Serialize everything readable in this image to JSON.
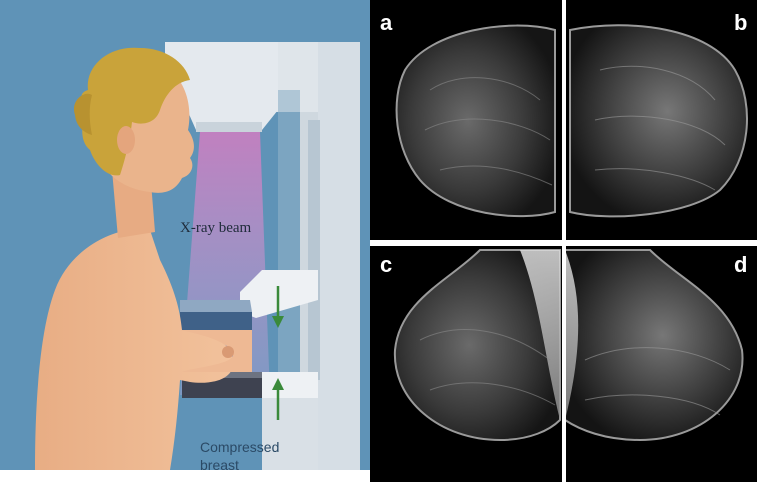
{
  "figure": {
    "illustration": {
      "beam_label": "X-ray beam",
      "compressed_label_line1": "Compressed",
      "compressed_label_line2": "breast"
    },
    "mammograms": {
      "panels": [
        {
          "letter": "a"
        },
        {
          "letter": "b"
        },
        {
          "letter": "c"
        },
        {
          "letter": "d"
        }
      ]
    },
    "colors": {
      "background_blue": "#5e93b6",
      "machine_light": "#dfe5ea",
      "beam_pink": "#c48dc6",
      "skin": "#eab48c",
      "hair": "#c9a33a",
      "arrow_green": "#3a8a3a",
      "paddle_blue": "#3e5f86",
      "plate_dark": "#3e4250",
      "label_text": "#2b4a66",
      "mammo_bg": "#000000",
      "mammo_divider": "#ffffff"
    }
  }
}
